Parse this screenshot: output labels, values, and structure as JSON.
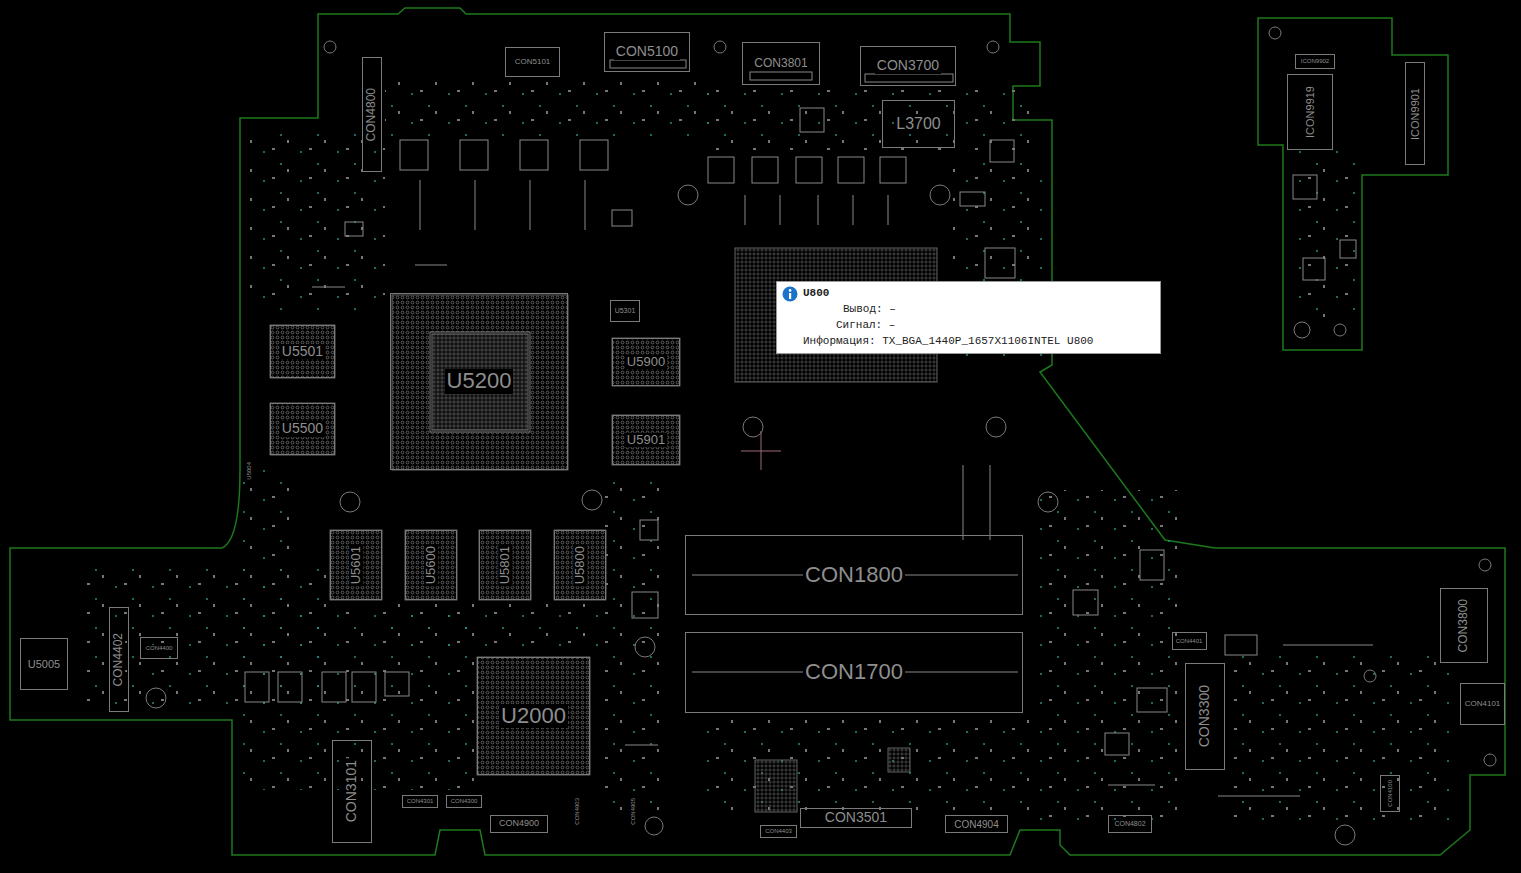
{
  "diagram": {
    "nodes": [
      {
        "text": [
          "CON4800"
        ]
      },
      {
        "text": [
          "CON5101"
        ]
      },
      {
        "text": [
          "CON5100"
        ]
      },
      {
        "text": [
          "CON3801"
        ]
      },
      {
        "text": [
          "CON3700"
        ]
      },
      {
        "text": [
          "L3700"
        ]
      },
      {
        "text": [
          "ICON9902"
        ]
      },
      {
        "text": [
          "ICON9919"
        ]
      },
      {
        "text": [
          "ICON9901"
        ]
      },
      {
        "text": [
          "U5301"
        ]
      },
      {
        "text": [
          "U5501"
        ]
      },
      {
        "text": [
          "U5200"
        ]
      },
      {
        "text": [
          "U5900"
        ]
      },
      {
        "text": [
          "U5500"
        ]
      },
      {
        "text": [
          "U5901"
        ]
      },
      {
        "text": [
          "U800",
          "Вывод: –",
          "Сигнал: –",
          "Информация: TX_BGA_1440P_1657X1106INTEL U800"
        ]
      },
      {
        "text": [
          "U5601"
        ]
      },
      {
        "text": [
          "U5600"
        ]
      },
      {
        "text": [
          "U5801"
        ]
      },
      {
        "text": [
          "U5800"
        ]
      },
      {
        "text": [
          "CON1800"
        ]
      },
      {
        "text": [
          "CON4402"
        ]
      },
      {
        "text": [
          "U5005"
        ]
      },
      {
        "text": [
          "CON4400"
        ]
      },
      {
        "text": [
          "CON1700"
        ]
      },
      {
        "text": [
          "CON4401"
        ]
      },
      {
        "text": [
          "CON3800"
        ]
      },
      {
        "text": [
          "U2000"
        ]
      },
      {
        "text": [
          "CON3300"
        ]
      },
      {
        "text": [
          "CON4101"
        ]
      },
      {
        "text": [
          "CON3101"
        ]
      },
      {
        "text": [
          "CON4301"
        ]
      },
      {
        "text": [
          "CON4300"
        ]
      },
      {
        "text": [
          "CON4100"
        ]
      },
      {
        "text": [
          "CON3501"
        ]
      },
      {
        "text": [
          "CON4900"
        ]
      },
      {
        "text": [
          "CON4904"
        ]
      },
      {
        "text": [
          "CON4802"
        ]
      },
      {
        "text": [
          "CON4403"
        ]
      }
    ],
    "labels": [
      "U5004",
      "CON4903",
      "CON4905"
    ]
  }
}
